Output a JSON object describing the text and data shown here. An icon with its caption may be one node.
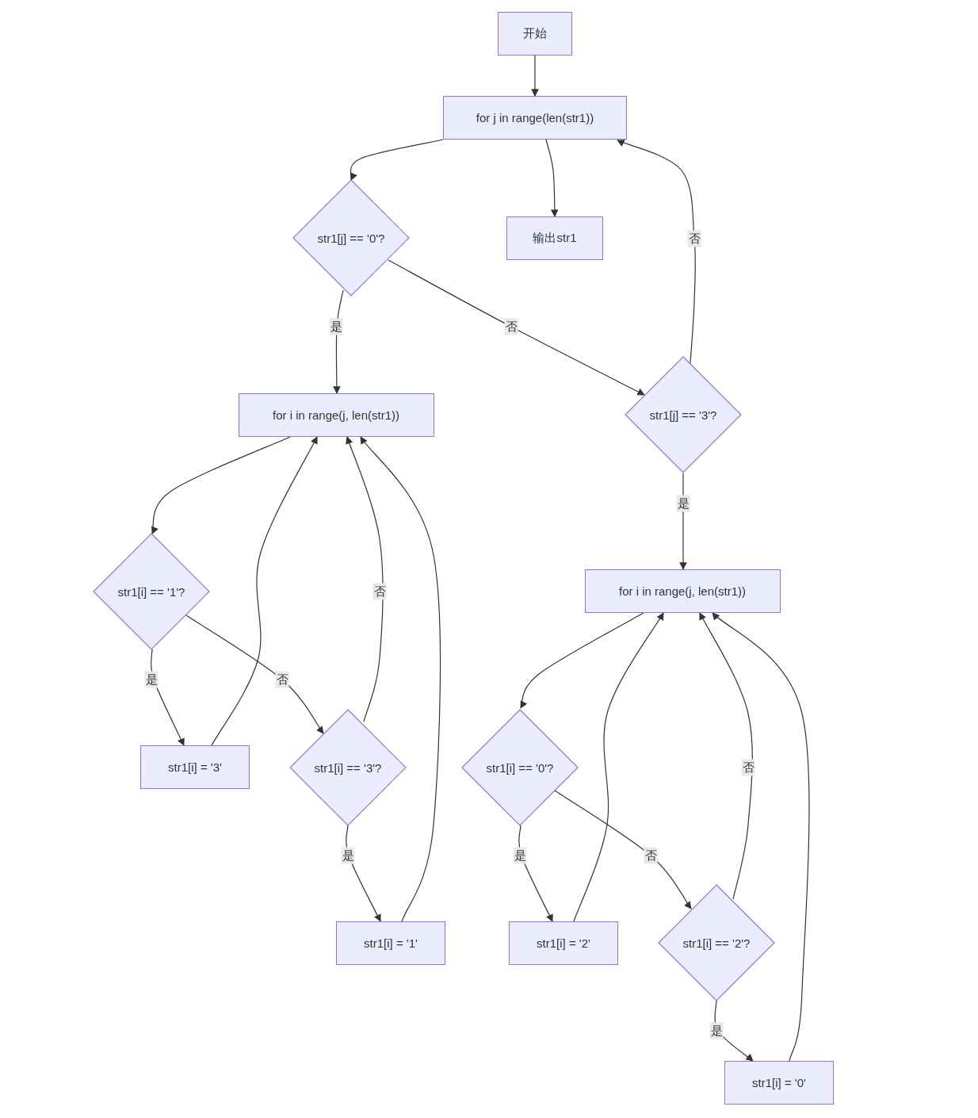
{
  "diagram": {
    "nodes": [
      {
        "text": [
          "开始"
        ]
      },
      {
        "text": [
          "for j in range(len(str1))"
        ]
      },
      {
        "text": [
          "str1[j] == '0'?"
        ]
      },
      {
        "text": [
          "输出str1"
        ]
      },
      {
        "text": [
          "for i in range(j, len(str1))"
        ]
      },
      {
        "text": [
          "str1[j] == '3'?"
        ]
      },
      {
        "text": [
          "str1[i] == '1'?"
        ]
      },
      {
        "text": [
          "for i in range(j, len(str1))"
        ]
      },
      {
        "text": [
          "str1[i] = '3'"
        ]
      },
      {
        "text": [
          "str1[i] == '3'?"
        ]
      },
      {
        "text": [
          "str1[i] == '0'?"
        ]
      },
      {
        "text": [
          "str1[i] = '1'"
        ]
      },
      {
        "text": [
          "str1[i] = '2'"
        ]
      },
      {
        "text": [
          "str1[i] == '2'?"
        ]
      },
      {
        "text": [
          "str1[i] = '0'"
        ]
      }
    ],
    "edges": [
      {
        "from": 0,
        "to": 1,
        "arrow": "to"
      },
      {
        "from": 1,
        "to": 2,
        "arrow": "to"
      },
      {
        "from": 1,
        "to": 3,
        "arrow": "to"
      },
      {
        "from": 2,
        "to": 4,
        "arrow": "to",
        "label": "是"
      },
      {
        "from": 2,
        "to": 5,
        "arrow": "to",
        "label": "否"
      },
      {
        "from": 5,
        "to": 1,
        "arrow": "to",
        "label": "否"
      },
      {
        "from": 5,
        "to": 7,
        "arrow": "to",
        "label": "是"
      },
      {
        "from": 4,
        "to": 6,
        "arrow": "to"
      },
      {
        "from": 6,
        "to": 8,
        "arrow": "to",
        "label": "是"
      },
      {
        "from": 6,
        "to": 9,
        "arrow": "to",
        "label": "否"
      },
      {
        "from": 8,
        "to": 4,
        "arrow": "to"
      },
      {
        "from": 9,
        "to": 4,
        "arrow": "to",
        "label": "否"
      },
      {
        "from": 9,
        "to": 11,
        "arrow": "to",
        "label": "是"
      },
      {
        "from": 11,
        "to": 4,
        "arrow": "to"
      },
      {
        "from": 7,
        "to": 10,
        "arrow": "to"
      },
      {
        "from": 10,
        "to": 12,
        "arrow": "to",
        "label": "是"
      },
      {
        "from": 10,
        "to": 13,
        "arrow": "to",
        "label": "否"
      },
      {
        "from": 12,
        "to": 7,
        "arrow": "to"
      },
      {
        "from": 13,
        "to": 7,
        "arrow": "to",
        "label": "否"
      },
      {
        "from": 13,
        "to": 14,
        "arrow": "to",
        "label": "是"
      },
      {
        "from": 14,
        "to": 7,
        "arrow": "to"
      }
    ]
  }
}
